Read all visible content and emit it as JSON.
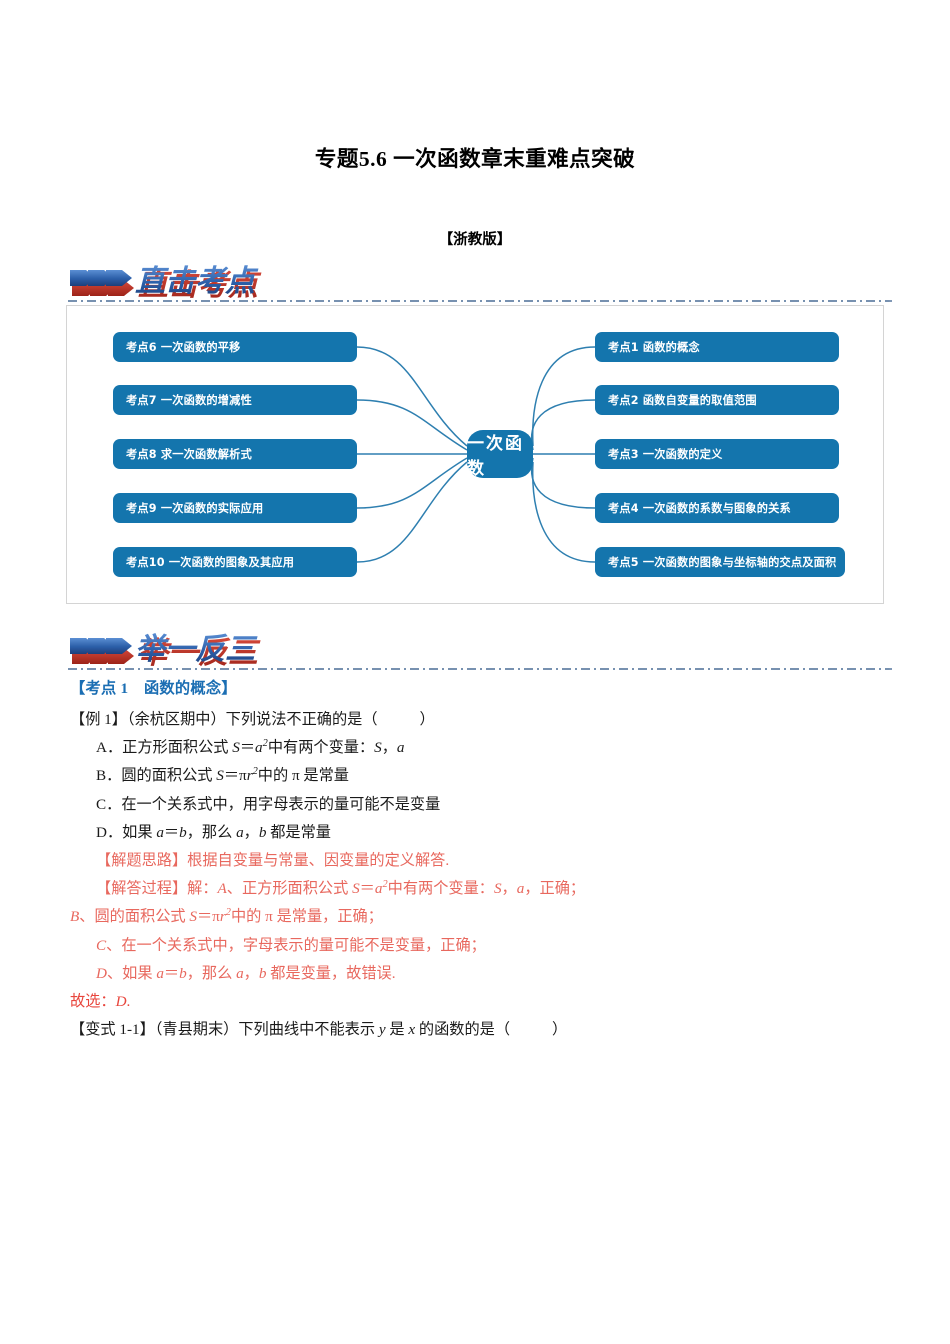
{
  "document": {
    "title": "专题5.6  一次函数章末重难点突破",
    "subtitle": "【浙教版】"
  },
  "banners": [
    {
      "text": "直击考点",
      "arrow_icon": "triple-chevron-icon"
    },
    {
      "text": "举一反三",
      "arrow_icon": "triple-chevron-icon"
    }
  ],
  "mindmap": {
    "center": "一次函数",
    "node_color": "#1475ad",
    "connector_color": "#2e7fb0",
    "left_nodes": [
      "考点6  一次函数的平移",
      "考点7  一次函数的增减性",
      "考点8  求一次函数解析式",
      "考点9  一次函数的实际应用",
      "考点10  一次函数的图象及其应用"
    ],
    "right_nodes": [
      "考点1  函数的概念",
      "考点2  函数自变量的取值范围",
      "考点3  一次函数的定义",
      "考点4  一次函数的系数与图象的关系",
      "考点5  一次函数的图象与坐标轴的交点及面积"
    ]
  },
  "body": {
    "kaodian_heading": "【考点 1　函数的概念】",
    "example_label": "【例 1】",
    "example_source": "（余杭区期中）下列说法不正确的是（",
    "example_close": "）",
    "options": {
      "a_label": "A．",
      "a_text_1": "正方形面积公式 ",
      "a_formula_s": "S",
      "a_formula_eq": "＝",
      "a_formula_a": "a",
      "a_formula_sup": "2",
      "a_text_2": "中有两个变量：",
      "a_var_s": "S",
      "a_comma": "，",
      "a_var_a": "a",
      "b_label": "B．",
      "b_text_1": "圆的面积公式 ",
      "b_formula_s": "S",
      "b_formula_eq": "＝π",
      "b_formula_r": "r",
      "b_formula_sup": "2",
      "b_text_2": "中的 π 是常量",
      "c_label": "C．",
      "c_text": "在一个关系式中，用字母表示的量可能不是变量",
      "d_label": "D．",
      "d_text_1": "如果 ",
      "d_var_a": "a",
      "d_eq": "＝",
      "d_var_b": "b",
      "d_text_2": "，那么 ",
      "d_var_a2": "a",
      "d_comma": "，",
      "d_var_b2": "b",
      "d_text_3": " 都是常量"
    },
    "solution": {
      "idea_label": "【解题思路】",
      "idea_text": "根据自变量与常量、因变量的定义解答.",
      "process_label": "【解答过程】",
      "process_prefix": "解：",
      "line_a_opt": "A",
      "line_a_text_1": "、正方形面积公式 ",
      "line_a_s": "S",
      "line_a_eq": "＝",
      "line_a_a": "a",
      "line_a_sup": "2",
      "line_a_text_2": "中有两个变量：",
      "line_a_vs": "S",
      "line_a_comma": "，",
      "line_a_va": "a",
      "line_a_text_3": "，正确；",
      "line_b_opt": "B",
      "line_b_text_1": "、圆的面积公式 ",
      "line_b_s": "S",
      "line_b_eq": "＝π",
      "line_b_r": "r",
      "line_b_sup": "2",
      "line_b_text_2": "中的 π 是常量，正确；",
      "line_c_opt": "C",
      "line_c_text": "、在一个关系式中，字母表示的量可能不是变量，正确；",
      "line_d_opt": "D",
      "line_d_text_1": "、如果 ",
      "line_d_a": "a",
      "line_d_eq": "＝",
      "line_d_b": "b",
      "line_d_text_2": "，那么 ",
      "line_d_a2": "a",
      "line_d_comma": "，",
      "line_d_b2": "b",
      "line_d_text_3": " 都是变量，故错误.",
      "answer_label": "故选：",
      "answer_value": "D",
      "answer_period": "."
    },
    "variant": {
      "label": "【变式 1-1】",
      "source": "（青县期末）下列曲线中不能表示 ",
      "var_y": "y",
      "mid": " 是 ",
      "var_x": "x",
      "tail": " 的函数的是（",
      "close": "）"
    }
  }
}
